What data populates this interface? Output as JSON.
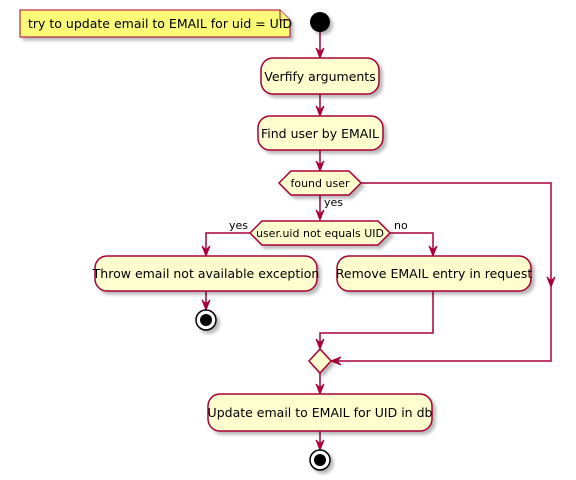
{
  "note": {
    "text": "try to update email to EMAIL for uid = UID"
  },
  "actions": {
    "verify": "Verfify arguments",
    "find_user": "Find user by EMAIL",
    "throw": "Throw email not available exception",
    "remove": "Remove EMAIL entry in request",
    "update": "Update email to EMAIL for UID in db"
  },
  "decisions": {
    "found_user": {
      "label": "found user",
      "yes": "yes"
    },
    "uid_check": {
      "label": "user.uid not equals UID",
      "yes": "yes",
      "no": "no"
    }
  },
  "colors": {
    "node_fill": "#FEFECE",
    "node_border": "#A80036",
    "note_fill": "#FBFB77",
    "node_shadow": "#BBBBBB",
    "start_end": "#000000"
  }
}
